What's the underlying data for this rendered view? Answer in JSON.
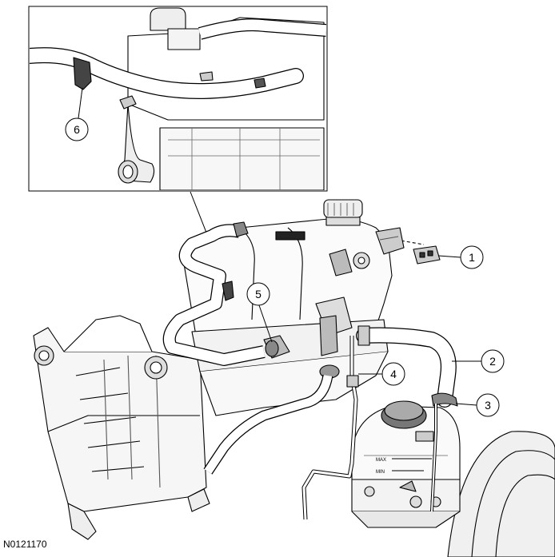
{
  "figure": {
    "reference_code": "N0121170",
    "callouts": [
      "1",
      "2",
      "3",
      "4",
      "5",
      "6"
    ]
  },
  "colors": {
    "line": "#000000",
    "fill": "#ffffff",
    "shade": "#e6e6e6",
    "dark": "#333333"
  }
}
